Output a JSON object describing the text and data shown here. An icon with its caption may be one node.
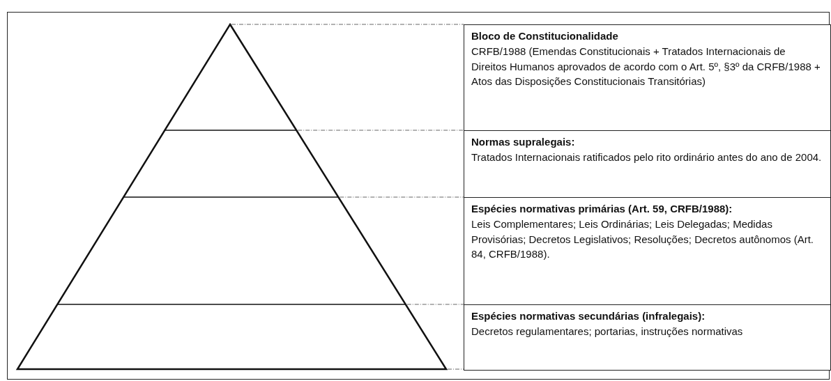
{
  "diagram": {
    "nodes": [
      {
        "text": [
          "Bloco de Constitucionalidade",
          "CRFB/1988 (Emendas Constitucionais + Tratados Internacionais de Direitos Humanos aprovados de acordo com o Art. 5º, §3º da CRFB/1988 + Atos das Disposições Constitucionais Transitórias)"
        ]
      },
      {
        "text": [
          "Normas supralegais:",
          "Tratados Internacionais ratificados pelo rito ordinário antes do ano de 2004."
        ]
      },
      {
        "text": [
          "Espécies normativas primárias (Art. 59, CRFB/1988):",
          "Leis Complementares; Leis Ordinárias; Leis Delegadas; Medidas Provisórias; Decretos Legislativos; Resoluções; Decretos autônomos (Art. 84, CRFB/1988)."
        ]
      },
      {
        "text": [
          "Espécies normativas secundárias (infralegais):",
          "Decretos regulamentares; portarias, instruções normativas"
        ]
      }
    ],
    "edges": []
  }
}
